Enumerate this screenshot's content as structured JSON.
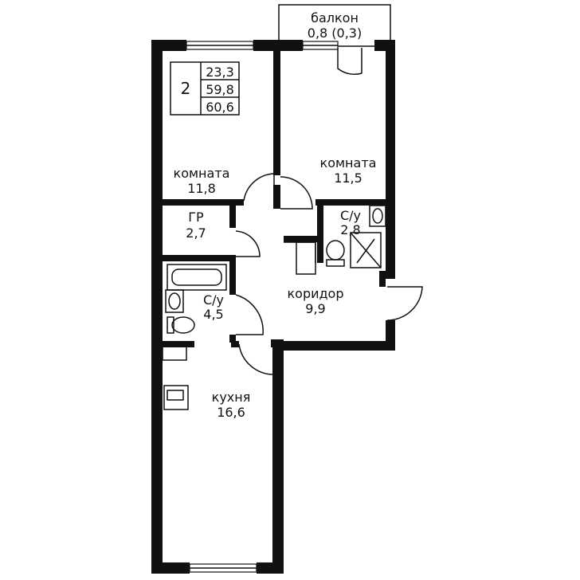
{
  "summary": {
    "rooms_count": "2",
    "living_area": "23,3",
    "total_area": "59,8",
    "total_with_balcony": "60,6"
  },
  "rooms": {
    "balcony": {
      "name": "балкон",
      "area": "0,8 (0,3)"
    },
    "room_left": {
      "name": "комната",
      "area": "11,8"
    },
    "room_right": {
      "name": "комната",
      "area": "11,5"
    },
    "wardrobe": {
      "name": "ГР",
      "area": "2,7"
    },
    "bath_small": {
      "name": "С/у",
      "area": "2,8"
    },
    "bath_big": {
      "name": "С/у",
      "area": "4,5"
    },
    "corridor": {
      "name": "коридор",
      "area": "9,9"
    },
    "kitchen": {
      "name": "кухня",
      "area": "16,6"
    }
  },
  "colors": {
    "wall": "#111111",
    "background": "#ffffff"
  }
}
